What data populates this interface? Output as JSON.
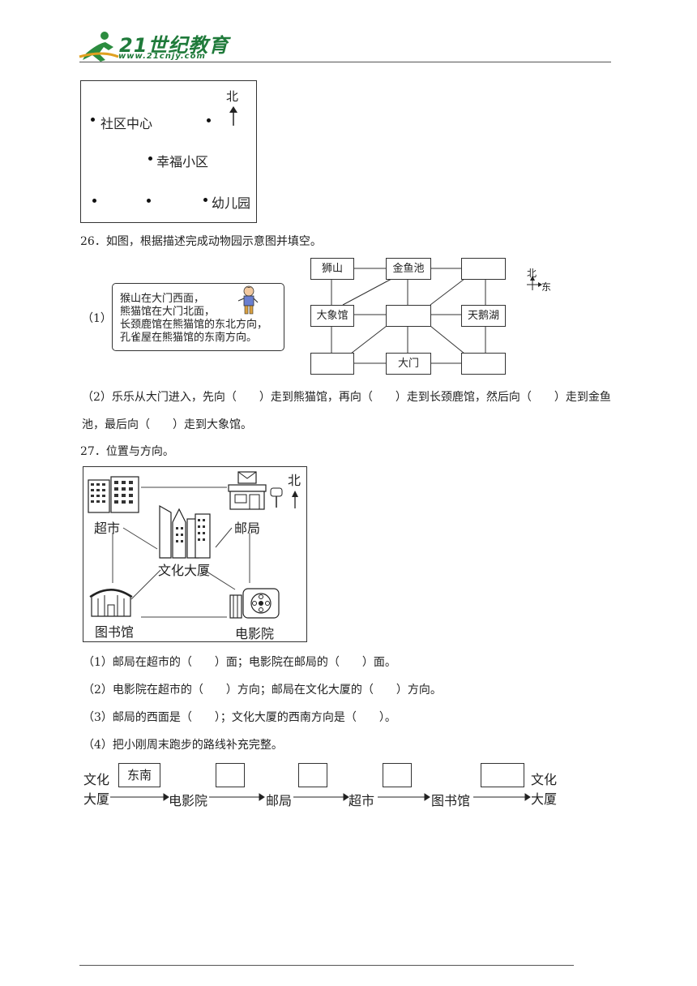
{
  "header": {
    "logo_text": "21世纪教育",
    "logo_url": "www.21cnjy.com"
  },
  "map1": {
    "north": "北",
    "labels": {
      "community": "社区中心",
      "happy": "幸福小区",
      "kindergarten": "幼儿园"
    }
  },
  "q26": {
    "title": "26．如图，根据描述完成动物园示意图并填空。",
    "part1_label": "（1）",
    "clues": [
      "猴山在大门西面，",
      "熊猫馆在大门北面，",
      "长颈鹿馆在熊猫馆的东北方向，",
      "孔雀屋在熊猫馆的东南方向。"
    ],
    "boxes": {
      "lion": "狮山",
      "goldfish": "金鱼池",
      "elephant": "大象馆",
      "swan": "天鹅湖",
      "gate": "大门"
    },
    "compass_north": "北",
    "compass_east": "东",
    "part2_line1": "（2）乐乐从大门进入，先向（　　）走到熊猫馆，再向（　　）走到长颈鹿馆，然后向（　　）走到金鱼",
    "part2_line2": "池，最后向（　　）走到大象馆。"
  },
  "q27": {
    "title": "27．位置与方向。",
    "north": "北",
    "places": {
      "supermarket": "超市",
      "post": "邮局",
      "culture": "文化大厦",
      "library": "图书馆",
      "cinema": "电影院"
    },
    "questions": [
      "（1）邮局在超市的（　　）面；电影院在邮局的（　　）面。",
      "（2）电影院在超市的（　　）方向；邮局在文化大厦的（　　）方向。",
      "（3）邮局的西面是（　　）；文化大厦的西南方向是（　　）。",
      "（4）把小刚周末跑步的路线补充完整。"
    ],
    "route": {
      "start_l1": "文化",
      "start_l2": "大厦",
      "first_box": "东南",
      "stops": [
        "电影院",
        "邮局",
        "超市",
        "图书馆"
      ],
      "end_l1": "文化",
      "end_l2": "大厦"
    }
  }
}
